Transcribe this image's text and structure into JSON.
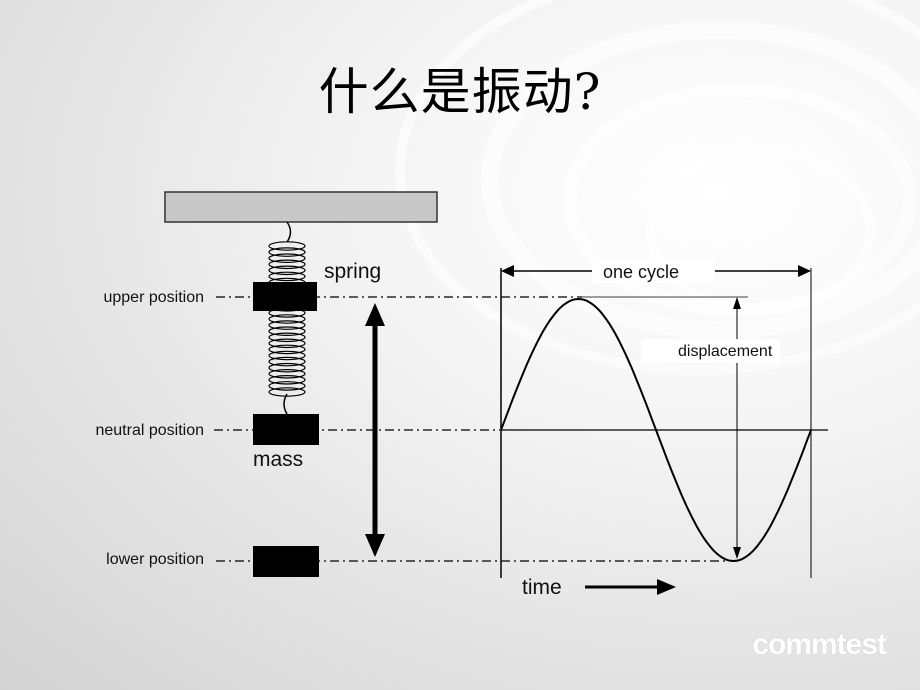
{
  "title": "什么是振动?",
  "labels": {
    "spring": "spring",
    "mass": "mass",
    "upper_position": "upper position",
    "neutral_position": "neutral position",
    "lower_position": "lower position",
    "one_cycle": "one cycle",
    "displacement": "displacement",
    "time": "time"
  },
  "logo": "commtest",
  "colors": {
    "ink": "#000000",
    "support_bar": "#c8c8c8",
    "label_box": "#ffffff"
  }
}
